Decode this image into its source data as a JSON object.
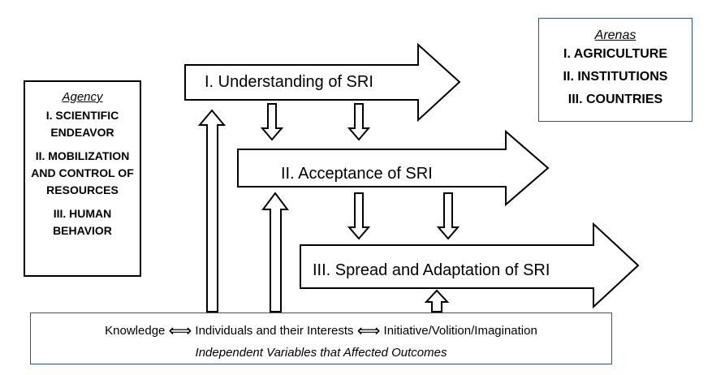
{
  "agency": {
    "title": "Agency",
    "items": [
      "I. SCIENTIFIC ENDEAVOR",
      "II. MOBILIZATION AND CONTROL OF RESOURCES",
      "III. HUMAN BEHAVIOR"
    ]
  },
  "arenas": {
    "title": "Arenas",
    "items": [
      "I. AGRICULTURE",
      "II. INSTITUTIONS",
      "III. COUNTRIES"
    ]
  },
  "stages": [
    "I. Understanding of SRI",
    "II. Acceptance of SRI",
    "III. Spread and Adaptation of SRI"
  ],
  "variables": {
    "knowledge": "Knowledge",
    "individuals": "Individuals and their Interests",
    "initiative": "Initiative/Volition/Imagination",
    "caption": "Independent Variables that Affected Outcomes"
  }
}
